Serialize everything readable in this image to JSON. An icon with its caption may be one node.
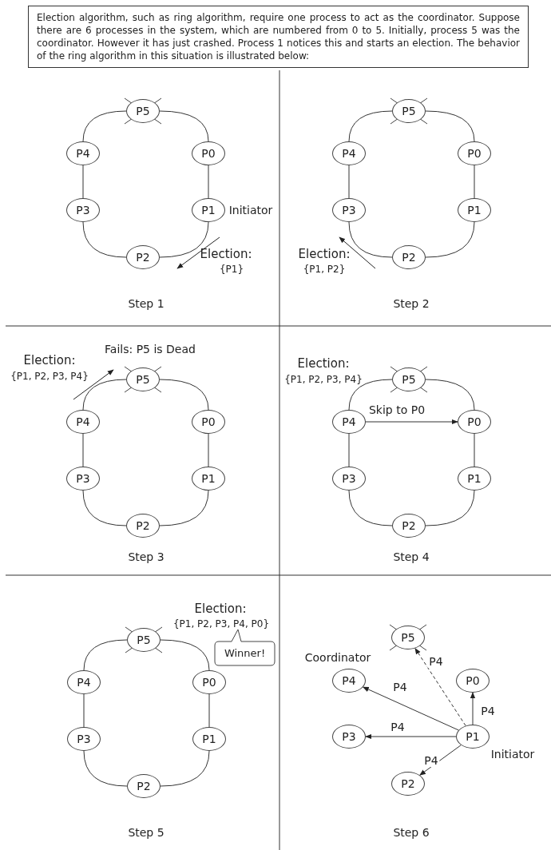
{
  "diagram": {
    "nodes": [
      {
        "text": [
          "Election algorithm, such as ring algorithm, require one process to act as the coordinator. Suppose there are 6 processes in the system, which are numbered from 0 to 5. Initially, process 5 was the coordinator. However it has just crashed. Process 1 notices this and starts an election. The behavior of the ring algorithm in this situation is illustrated below:"
        ]
      },
      {
        "text": [
          "P5"
        ]
      },
      {
        "text": [
          "P4"
        ]
      },
      {
        "text": [
          "P0"
        ]
      },
      {
        "text": [
          "P3"
        ]
      },
      {
        "text": [
          "P1"
        ],
        "beside": [
          "Initiator"
        ]
      },
      {
        "text": [
          "P2"
        ]
      },
      {
        "text": [
          "P5"
        ]
      },
      {
        "text": [
          "P4"
        ]
      },
      {
        "text": [
          "P0"
        ]
      },
      {
        "text": [
          "P3"
        ]
      },
      {
        "text": [
          "P1"
        ]
      },
      {
        "text": [
          "P2"
        ]
      },
      {
        "text": [
          "P5"
        ]
      },
      {
        "text": [
          "P4"
        ]
      },
      {
        "text": [
          "P0"
        ]
      },
      {
        "text": [
          "P3"
        ]
      },
      {
        "text": [
          "P1"
        ]
      },
      {
        "text": [
          "P2"
        ]
      },
      {
        "text": [
          "P5"
        ]
      },
      {
        "text": [
          "P4"
        ]
      },
      {
        "text": [
          "P0"
        ]
      },
      {
        "text": [
          "P3"
        ]
      },
      {
        "text": [
          "P1"
        ]
      },
      {
        "text": [
          "P2"
        ]
      },
      {
        "text": [
          "P5"
        ]
      },
      {
        "text": [
          "Winner!"
        ]
      },
      {
        "text": [
          "P4"
        ]
      },
      {
        "text": [
          "P0"
        ]
      },
      {
        "text": [
          "P3"
        ]
      },
      {
        "text": [
          "P1"
        ]
      },
      {
        "text": [
          "P2"
        ]
      },
      {
        "text": [
          "P5"
        ]
      },
      {
        "text": [
          "P4"
        ],
        "beside": [
          "Coordinator"
        ]
      },
      {
        "text": [
          "P0"
        ]
      },
      {
        "text": [
          "P3"
        ]
      },
      {
        "text": [
          "P1"
        ],
        "beside": [
          "Initiator"
        ]
      },
      {
        "text": [
          "P2"
        ]
      }
    ],
    "edges": [
      {
        "from": 1,
        "to": 3,
        "arrow": "none"
      },
      {
        "from": 3,
        "to": 5,
        "arrow": "none"
      },
      {
        "from": 5,
        "to": 6,
        "arrow": "none"
      },
      {
        "from": 6,
        "to": 4,
        "arrow": "none"
      },
      {
        "from": 4,
        "to": 2,
        "arrow": "none"
      },
      {
        "from": 2,
        "to": 1,
        "arrow": "none"
      },
      {
        "from": 7,
        "to": 9,
        "arrow": "none"
      },
      {
        "from": 9,
        "to": 11,
        "arrow": "none"
      },
      {
        "from": 11,
        "to": 12,
        "arrow": "none"
      },
      {
        "from": 12,
        "to": 10,
        "arrow": "none"
      },
      {
        "from": 10,
        "to": 8,
        "arrow": "none"
      },
      {
        "from": 8,
        "to": 7,
        "arrow": "none"
      },
      {
        "from": 13,
        "to": 15,
        "arrow": "none"
      },
      {
        "from": 15,
        "to": 17,
        "arrow": "none"
      },
      {
        "from": 17,
        "to": 18,
        "arrow": "none"
      },
      {
        "from": 18,
        "to": 16,
        "arrow": "none"
      },
      {
        "from": 16,
        "to": 14,
        "arrow": "none"
      },
      {
        "from": 14,
        "to": 13,
        "arrow": "none"
      },
      {
        "from": 19,
        "to": 21,
        "arrow": "none"
      },
      {
        "from": 21,
        "to": 23,
        "arrow": "none"
      },
      {
        "from": 23,
        "to": 24,
        "arrow": "none"
      },
      {
        "from": 24,
        "to": 22,
        "arrow": "none"
      },
      {
        "from": 22,
        "to": 20,
        "arrow": "none"
      },
      {
        "from": 20,
        "to": 19,
        "arrow": "none"
      },
      {
        "from": 20,
        "to": 21,
        "arrow": "to",
        "label": "Skip to P0"
      },
      {
        "from": 25,
        "to": 28,
        "arrow": "none"
      },
      {
        "from": 28,
        "to": 30,
        "arrow": "none"
      },
      {
        "from": 30,
        "to": 31,
        "arrow": "none"
      },
      {
        "from": 31,
        "to": 29,
        "arrow": "none"
      },
      {
        "from": 29,
        "to": 27,
        "arrow": "none"
      },
      {
        "from": 27,
        "to": 25,
        "arrow": "none"
      },
      {
        "from": 36,
        "to": 32,
        "arrow": "to",
        "label": "P4",
        "style": "dashed"
      },
      {
        "from": 36,
        "to": 33,
        "arrow": "to",
        "label": "P4"
      },
      {
        "from": 36,
        "to": 34,
        "arrow": "to",
        "label": "P4"
      },
      {
        "from": 36,
        "to": 35,
        "arrow": "to",
        "label": "P4"
      },
      {
        "from": 36,
        "to": 37,
        "arrow": "to",
        "label": "P4"
      }
    ],
    "labels": [
      "Election:",
      "{P1}",
      "Step 1",
      "Election:",
      "{P1, P2}",
      "Step 2",
      "Fails: P5 is Dead",
      "Election:",
      "{P1, P2, P3, P4}",
      "Step 3",
      "Election:",
      "{P1, P2, P3, P4}",
      "Step 4",
      "Election:",
      "{P1, P2, P3, P4,  P0}",
      "Step 5",
      "Step 6"
    ]
  }
}
